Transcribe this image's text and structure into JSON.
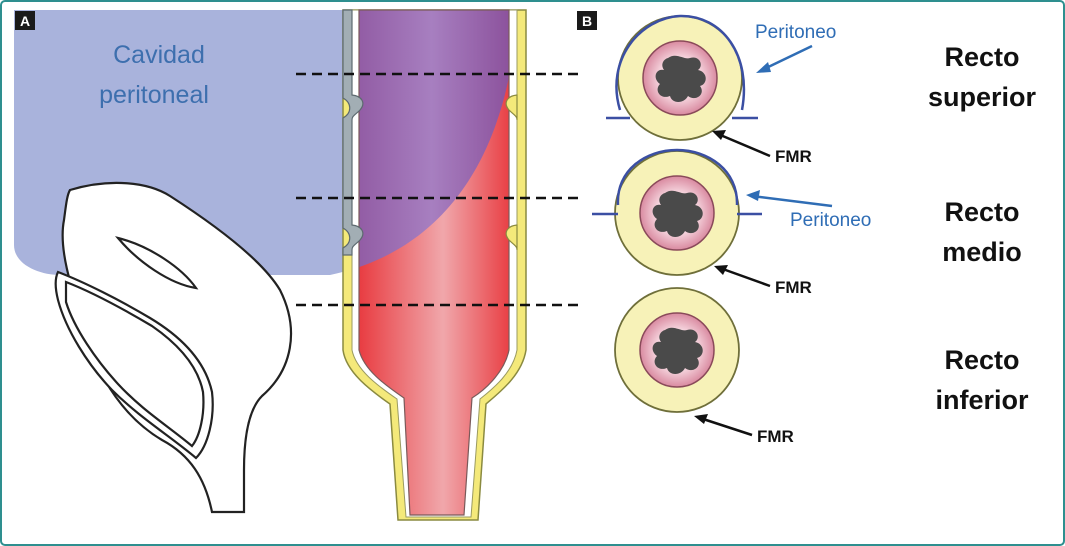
{
  "panels": {
    "a": "A",
    "b": "B"
  },
  "panel_a": {
    "cavity_line1": "Cavidad",
    "cavity_line2": "peritoneal"
  },
  "panel_b": {
    "peritoneo_label": "Peritoneo",
    "fmr_label": "FMR",
    "levels": [
      {
        "line1": "Recto",
        "line2": "superior"
      },
      {
        "line1": "Recto",
        "line2": "medio"
      },
      {
        "line1": "Recto",
        "line2": "inferior"
      }
    ]
  },
  "colors": {
    "frame": "#2e8f8f",
    "peritoneal_cavity": "#a9b3dc",
    "peritoneum_line": "#3b4fa3",
    "rectum_red": "#e63a3e",
    "rectum_purple": "#8e5a9c",
    "mesorectal_fat": "#f7f2b8",
    "fascia_yellow": "#f4e97a",
    "mucosa_pink": "#eeb4c2",
    "lumen_gray": "#4a4a4a",
    "label_blue": "#2f6db5"
  }
}
